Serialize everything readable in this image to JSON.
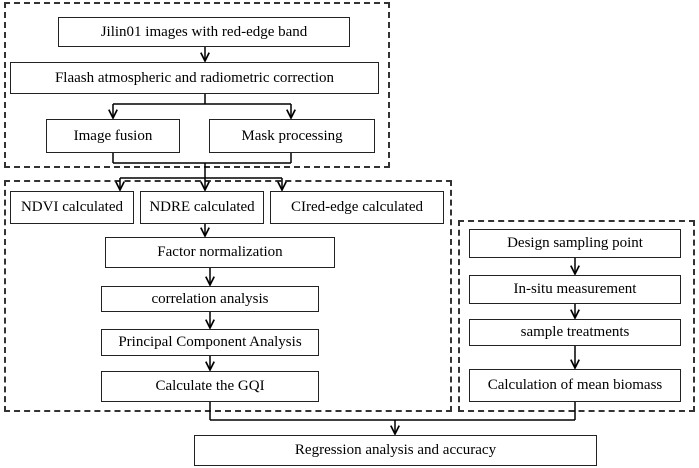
{
  "top": {
    "jilin": "Jilin01 images with red-edge band",
    "flaash": "Flaash atmospheric and radiometric correction",
    "fusion": "Image fusion",
    "mask": "Mask processing"
  },
  "left": {
    "ndvi": "NDVI calculated",
    "ndre": "NDRE calculated",
    "cire": "CIred-edge calculated",
    "norm": "Factor normalization",
    "corr": "correlation analysis",
    "pca": "Principal Component Analysis",
    "gqi": "Calculate the GQI"
  },
  "right": {
    "design": "Design sampling point",
    "insitu": "In-situ measurement",
    "treat": "sample treatments",
    "mean": "Calculation of mean biomass"
  },
  "bottom": {
    "regression": "Regression analysis and accuracy"
  }
}
